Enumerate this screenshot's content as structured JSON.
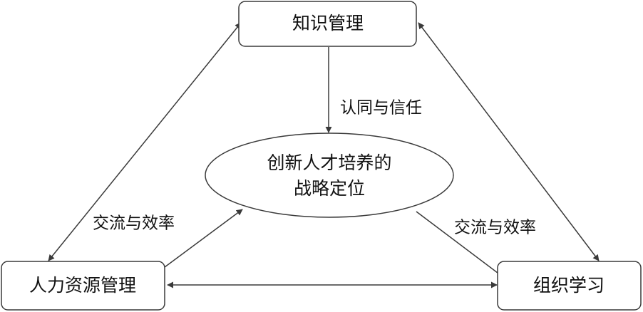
{
  "nodes": {
    "top": {
      "label": "知识管理"
    },
    "center": {
      "line1": "创新人才培养的",
      "line2": "战略定位"
    },
    "left": {
      "label": "人力资源管理"
    },
    "right": {
      "label": "组织学习"
    }
  },
  "edge_labels": {
    "top_to_center": "认同与信任",
    "left_to_center": "交流与效率",
    "right_to_center": "交流与效率"
  },
  "colors": {
    "stroke": "#3a3a3a",
    "text": "#111111",
    "background": "#ffffff"
  }
}
